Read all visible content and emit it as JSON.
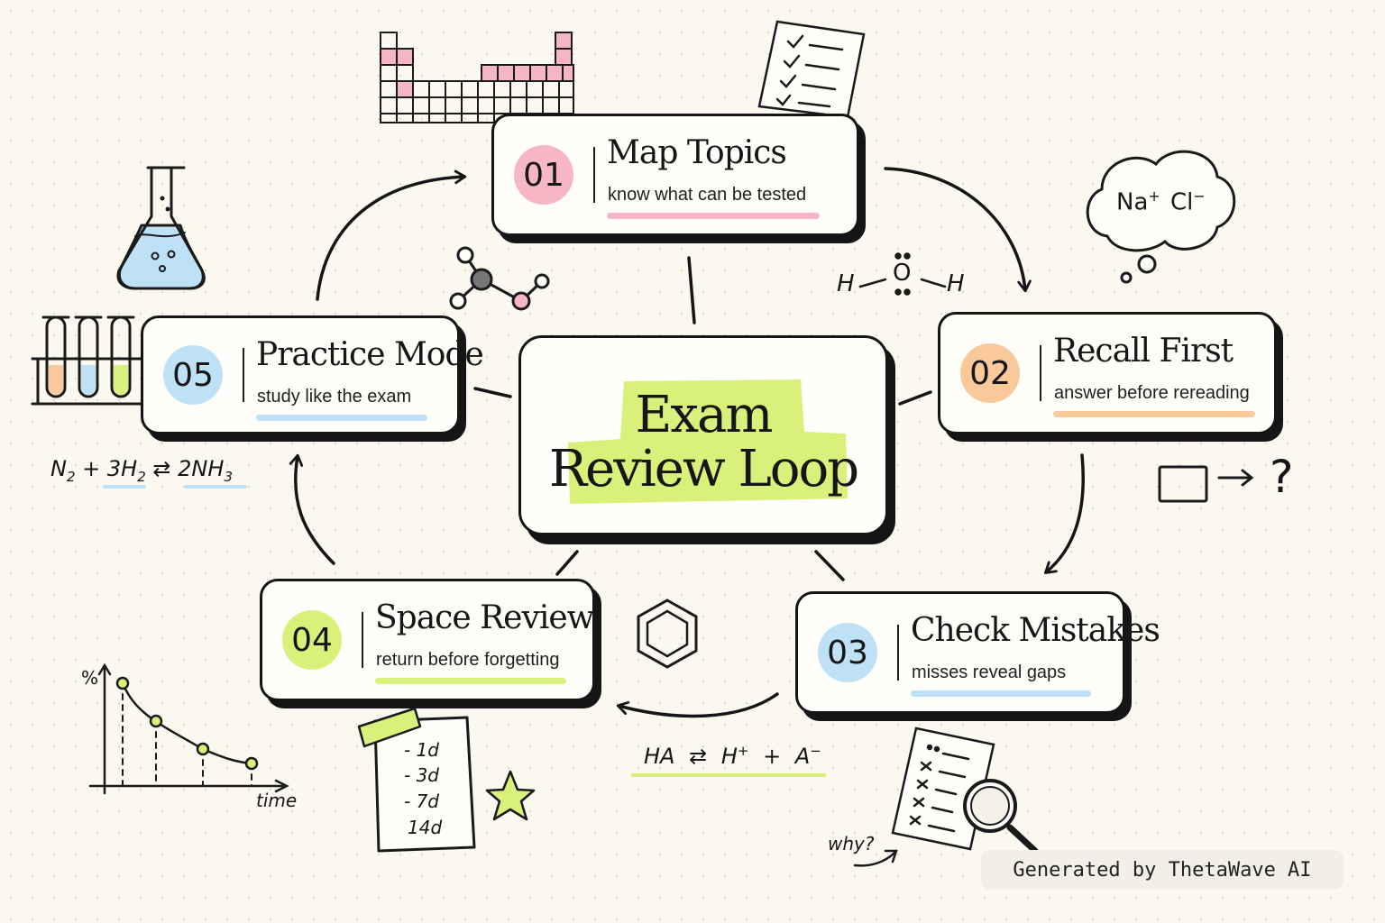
{
  "center": {
    "line1": "Exam",
    "line2": "Review Loop"
  },
  "steps": [
    {
      "num": "01",
      "title": "Map Topics",
      "subtitle": "know what can be tested"
    },
    {
      "num": "02",
      "title": "Recall First",
      "subtitle": "answer before rereading"
    },
    {
      "num": "03",
      "title": "Check Mistakes",
      "subtitle": "misses reveal gaps"
    },
    {
      "num": "04",
      "title": "Space Review",
      "subtitle": "return before forgetting"
    },
    {
      "num": "05",
      "title": "Practice Mode",
      "subtitle": "study like the exam"
    }
  ],
  "colors": {
    "pink": "#f7b6c4",
    "orange": "#f9c99a",
    "blue": "#bfe1f6",
    "lime": "#d9f07a",
    "ink": "#151515",
    "paper": "#fbf8ef"
  },
  "decor": {
    "water_O": "O",
    "water_H": "H",
    "ions_na": "Na",
    "ions_cl": "Cl",
    "plus": "+",
    "minus": "−",
    "question": "?",
    "ammonia": {
      "n2": "N",
      "n2_sub": "2",
      "plus": "+",
      "h2": "3H",
      "h2_sub": "2",
      "arrow": "⇄",
      "nh3": "2NH",
      "nh3_sub": "3"
    },
    "acid": {
      "ha": "HA",
      "arrow": "⇄",
      "h": "H",
      "h_sup": "+",
      "plus": "+",
      "a": "A",
      "a_sup": "−"
    },
    "schedule": [
      "- 1d",
      "- 3d",
      "- 7d",
      "14d"
    ],
    "graph_y": "%",
    "graph_x": "time",
    "why": "why?"
  },
  "footer": {
    "watermark": "Generated by ThetaWave AI"
  }
}
